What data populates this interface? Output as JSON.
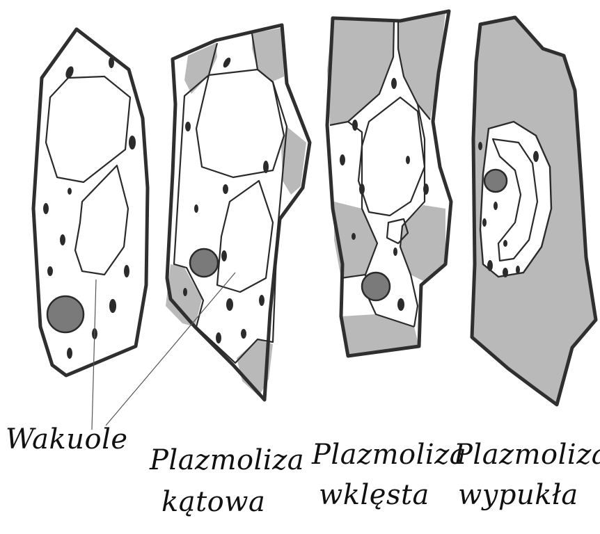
{
  "labels": {
    "vacuoles": "Wakuole",
    "cell2_line1": "Plazmoliza",
    "cell2_line2": "kątowa",
    "cell3_line1": "Plazmoliza",
    "cell3_line2": "wklęsta",
    "cell4_line1": "Plazmoliza",
    "cell4_line2": "wypukła"
  },
  "colors": {
    "outline": "#2f2f2f",
    "shading": "#b9b9b9",
    "nucleus": "#7a7a7a"
  }
}
